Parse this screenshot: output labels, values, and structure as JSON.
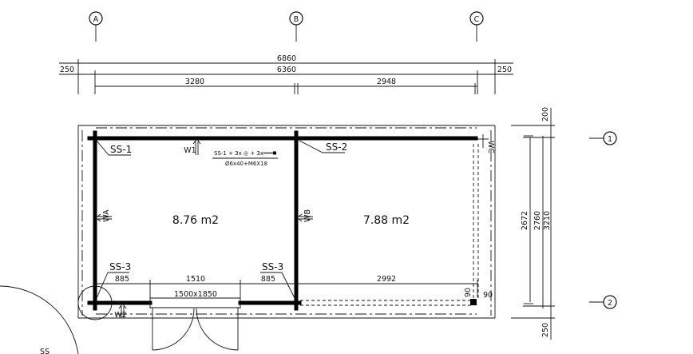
{
  "grid": {
    "columns": [
      "A",
      "B",
      "C"
    ],
    "rows": [
      "1",
      "2"
    ]
  },
  "dimensions": {
    "top_total": "6860",
    "top_inner": "6360",
    "top_left_overhang": "250",
    "top_right_overhang": "250",
    "span_left": "3280",
    "span_right": "2948",
    "right_top": "200",
    "right_inner": "2672",
    "right_mid": "2760",
    "right_total": "3210",
    "right_bottom": "250",
    "bottom_seg1": "885",
    "bottom_seg2": "1510",
    "bottom_seg3": "885",
    "bottom_seg4": "2992",
    "corner_v": "90",
    "corner_h": "90"
  },
  "rooms": [
    {
      "area": "8.76 m2"
    },
    {
      "area": "7.88 m2"
    }
  ],
  "labels": {
    "ss1": "SS-1",
    "ss2": "SS-2",
    "ss3_left": "SS-3",
    "ss3_mid": "SS-3",
    "fastener_line1": "SS-1 + 3x ◎ + 3x",
    "fastener_line2": "Ø6x40+M6X18",
    "door_size": "1500x1850",
    "wall_1": "W1",
    "wall_2": "W2",
    "wall_a": "WA",
    "wall_b": "WB",
    "wall_c": "WC",
    "corner_partial": "SS"
  }
}
